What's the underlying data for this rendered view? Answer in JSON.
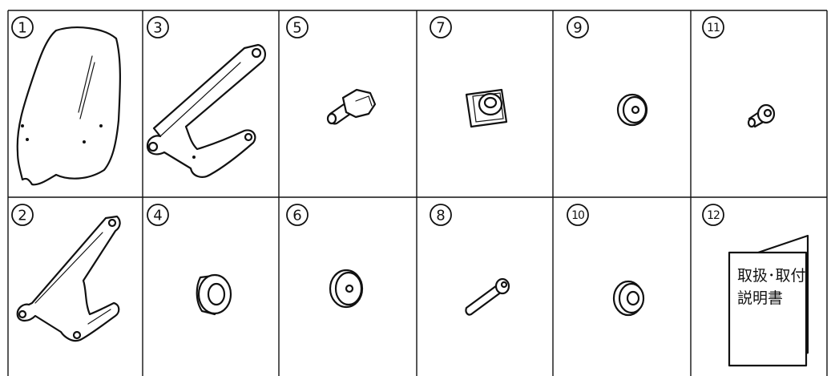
{
  "parts": [
    {
      "number": "1",
      "name": "windscreen"
    },
    {
      "number": "2",
      "name": "left-bracket"
    },
    {
      "number": "3",
      "name": "right-bracket"
    },
    {
      "number": "4",
      "name": "rubber-collar"
    },
    {
      "number": "5",
      "name": "hex-bolt"
    },
    {
      "number": "6",
      "name": "flat-washer"
    },
    {
      "number": "7",
      "name": "square-nut"
    },
    {
      "number": "8",
      "name": "socket-screw"
    },
    {
      "number": "9",
      "name": "washer"
    },
    {
      "number": "10",
      "name": "rubber-washer"
    },
    {
      "number": "11",
      "name": "collar-nut"
    },
    {
      "number": "12",
      "name": "instruction-manual"
    }
  ],
  "manual": {
    "line1": "取扱･取付",
    "line2": "説明書"
  }
}
